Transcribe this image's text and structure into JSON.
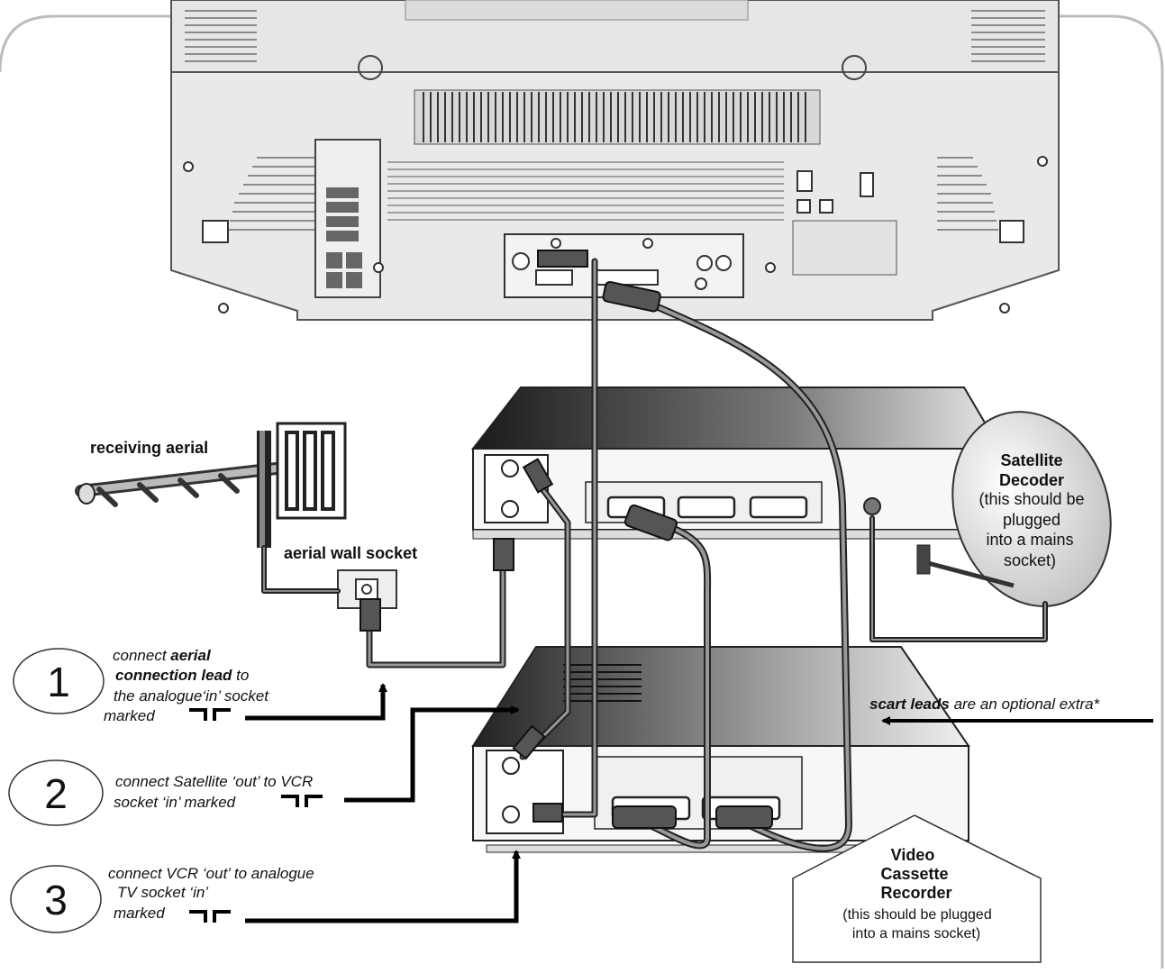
{
  "labels": {
    "receiving_aerial": "receiving aerial",
    "aerial_wall_socket": "aerial wall socket",
    "satellite": {
      "title_line1": "Satellite",
      "title_line2": "Decoder",
      "note_line1": "(this should be",
      "note_line2": "plugged",
      "note_line3": "into a mains",
      "note_line4": "socket)"
    },
    "vcr": {
      "title_line1": "Video",
      "title_line2": "Cassette",
      "title_line3": "Recorder",
      "note_line1": "(this should be plugged",
      "note_line2": "into a mains socket)"
    },
    "scart_note": {
      "bold": "scart leads",
      "rest": " are an optional extra*"
    }
  },
  "steps": [
    {
      "number": "1",
      "line1_pre": "connect ",
      "line1_bold": "aerial",
      "line2_bold": "connection lead",
      "line2_rest": "  to",
      "line3": "the analogue‘in’ socket",
      "line4": "marked"
    },
    {
      "number": "2",
      "line1": "connect Satellite ‘out’ to VCR",
      "line2": "socket ‘in’ marked"
    },
    {
      "number": "3",
      "line1": "connect VCR ‘out’ to analogue",
      "line2": "TV socket ‘in’",
      "line3": "marked"
    }
  ]
}
